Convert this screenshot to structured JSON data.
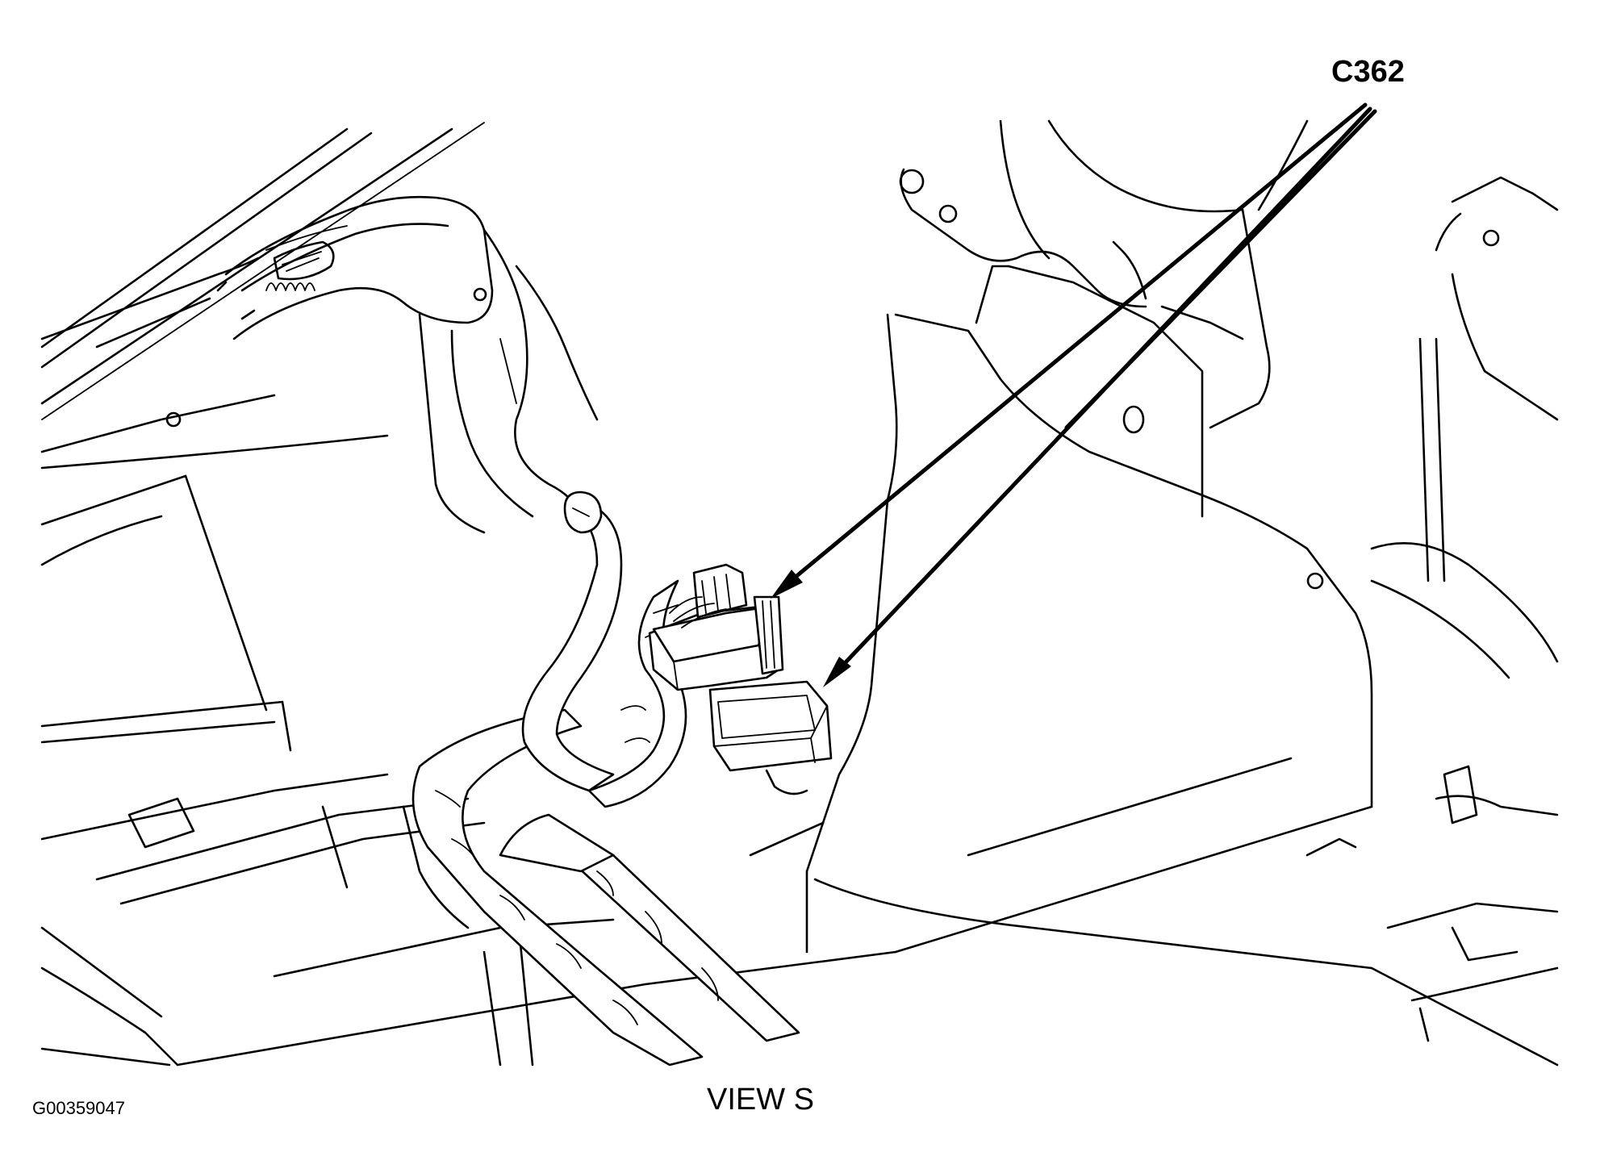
{
  "diagram": {
    "callout_label": "C362",
    "view_label": "VIEW S",
    "figure_id": "G00359047",
    "components": [
      "wiring-harness",
      "connector-c362-half-a",
      "connector-c362-half-b",
      "mounting-bracket",
      "floor-pan"
    ],
    "line_color": "#000000",
    "background_color": "#ffffff"
  }
}
